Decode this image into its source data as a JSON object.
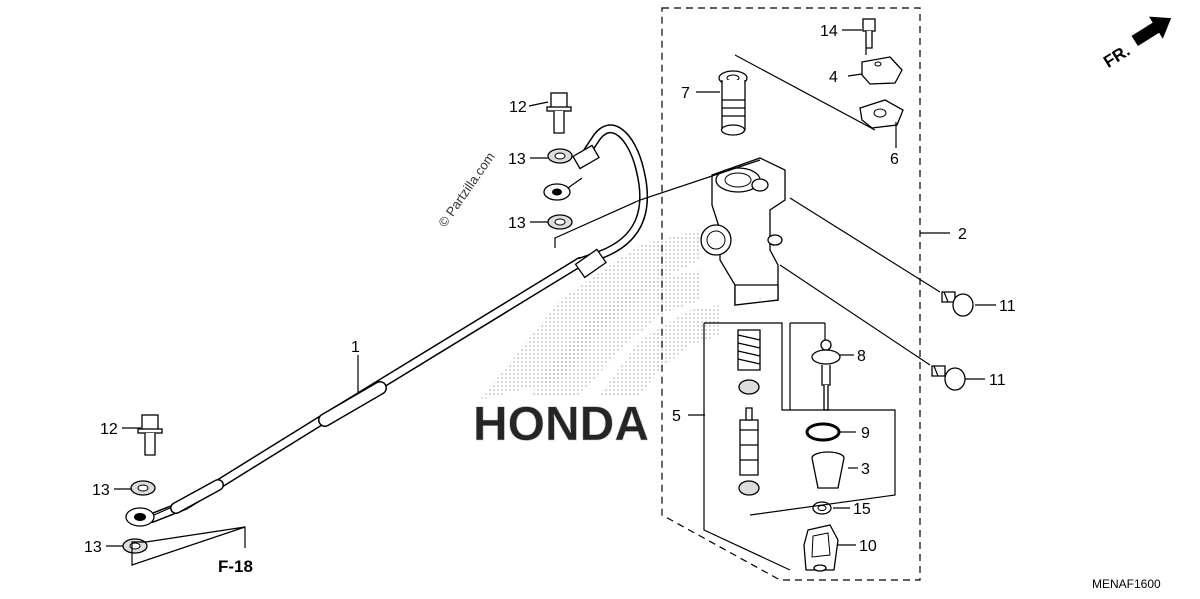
{
  "diagram": {
    "direction_label": "FR.",
    "watermark": "© Partzilla.com",
    "brand_mark": "HONDA",
    "reference": "F-18",
    "diagram_code": "MENAF1600",
    "callouts": {
      "c1": "1",
      "c2": "2",
      "c3": "3",
      "c4": "4",
      "c5": "5",
      "c6": "6",
      "c7": "7",
      "c8": "8",
      "c9": "9",
      "c10": "10",
      "c11a": "11",
      "c11b": "11",
      "c12a": "12",
      "c12b": "12",
      "c13a": "13",
      "c13b": "13",
      "c13c": "13",
      "c13d": "13",
      "c14": "14",
      "c15": "15"
    }
  }
}
